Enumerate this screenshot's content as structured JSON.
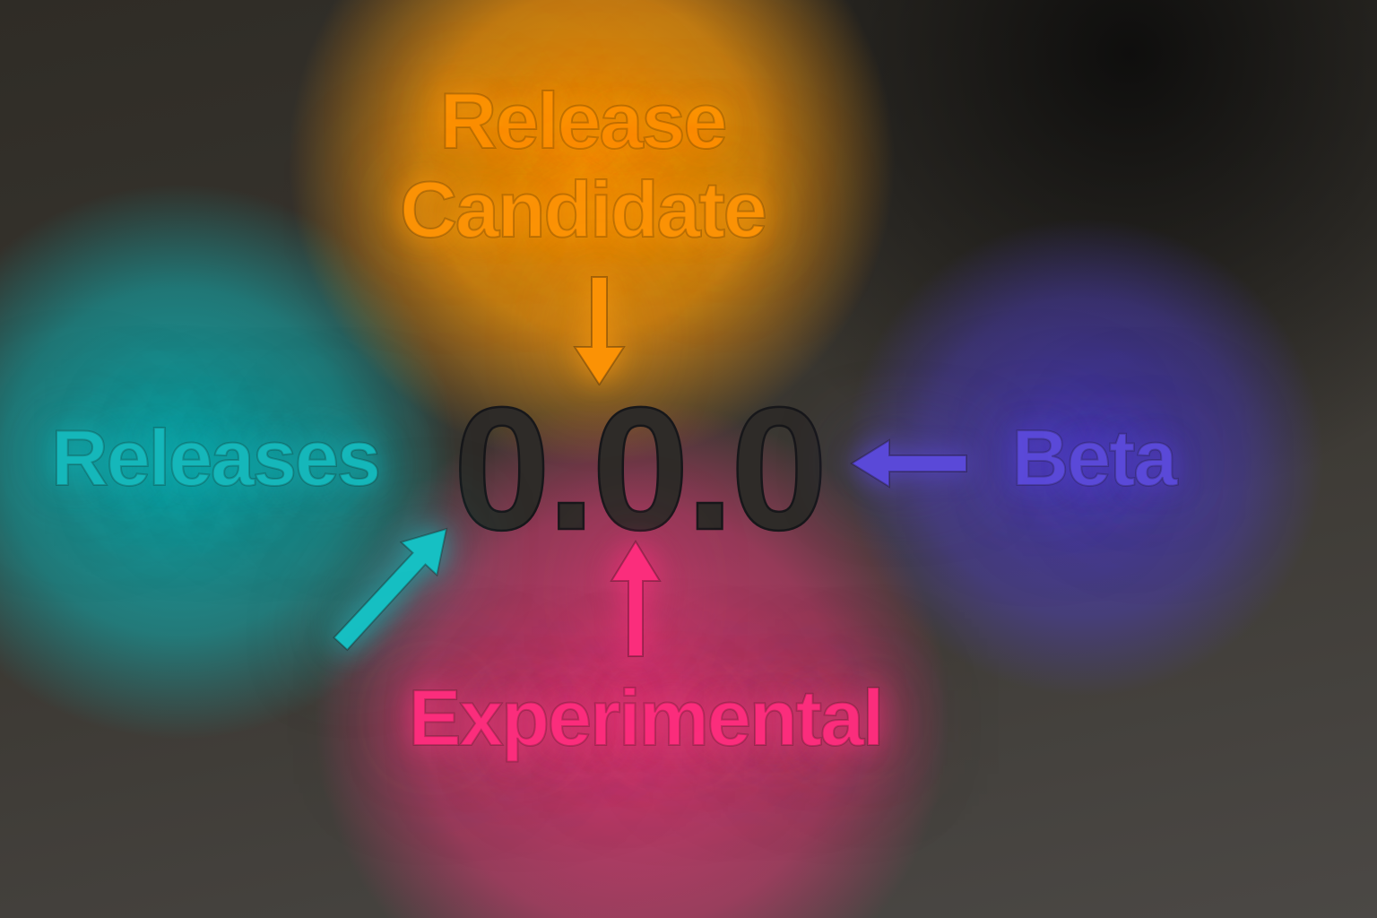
{
  "diagram": {
    "version": "0.0.0",
    "version_color": "#2e2b28",
    "channels": {
      "release_candidate": {
        "label": "Release Candidate",
        "color": "#fb9205",
        "arrow_direction": "down"
      },
      "releases": {
        "label": "Releases",
        "color": "#15b7ba",
        "arrow_direction": "up-right"
      },
      "beta": {
        "label": "Beta",
        "color": "#5a49d8",
        "arrow_direction": "left"
      },
      "experimental": {
        "label": "Experimental",
        "color": "#fb2d7c",
        "arrow_direction": "up"
      }
    }
  }
}
